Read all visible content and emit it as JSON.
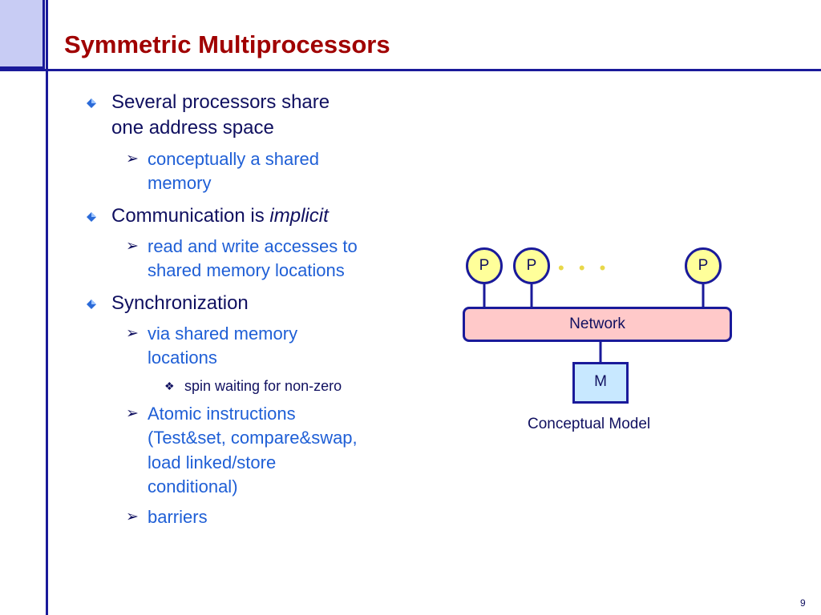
{
  "slide": {
    "title": "Symmetric Multiprocessors",
    "page_number": "9"
  },
  "bullets": {
    "b1_line1": "Several processors share",
    "b1_line2": "one address space",
    "b1_sub1_line1": "conceptually a shared",
    "b1_sub1_line2": "memory",
    "b2_prefix": "Communication is ",
    "b2_emph": "implicit",
    "b2_sub1_line1": "read and write accesses to",
    "b2_sub1_line2": "shared memory locations",
    "b3": "Synchronization",
    "b3_sub1_line1": "via shared memory",
    "b3_sub1_line2": "locations",
    "b3_sub1_sub1": "spin waiting for non-zero",
    "b3_sub2_line1": "Atomic instructions",
    "b3_sub2_line2": "(Test&set, compare&swap,",
    "b3_sub2_line3": "load linked/store",
    "b3_sub2_line4": "conditional)",
    "b3_sub3": "barriers"
  },
  "marks": {
    "level2": "➢",
    "level3": "❖"
  },
  "diagram": {
    "processor_label": "P",
    "ellipsis": "• • •",
    "network_label": "Network",
    "memory_label": "M",
    "caption": "Conceptual Model"
  },
  "colors": {
    "title": "#a00000",
    "rule": "#1a1a9a",
    "level2_text": "#1f5fd6",
    "processor_fill": "#ffff9a",
    "network_fill": "#ffc9c9",
    "memory_fill": "#c8e8ff"
  }
}
